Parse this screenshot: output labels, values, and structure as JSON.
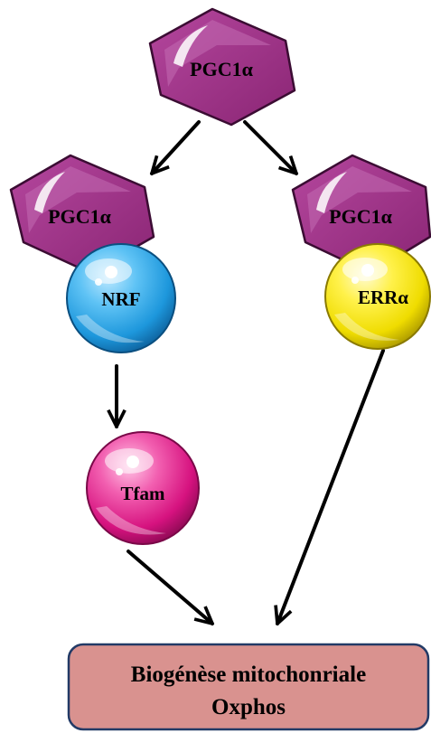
{
  "diagram": {
    "nodes": {
      "pgc1a_top": {
        "label": "PGC1α",
        "shape": "hexagon"
      },
      "pgc1a_left": {
        "label": "PGC1α",
        "shape": "hexagon"
      },
      "pgc1a_right": {
        "label": "PGC1α",
        "shape": "hexagon"
      },
      "nrf": {
        "label": "NRF",
        "shape": "sphere"
      },
      "erra": {
        "label": "ERRα",
        "shape": "sphere"
      },
      "tfam": {
        "label": "Tfam",
        "shape": "sphere"
      },
      "outcome": {
        "line1": "Biogénèse mitochonriale",
        "line2": "Oxphos",
        "shape": "rounded-box"
      }
    },
    "edges": [
      {
        "from": "pgc1a_top",
        "to": "pgc1a_left"
      },
      {
        "from": "pgc1a_top",
        "to": "pgc1a_right"
      },
      {
        "from": "nrf",
        "to": "tfam"
      },
      {
        "from": "tfam",
        "to": "outcome"
      },
      {
        "from": "erra",
        "to": "outcome"
      }
    ],
    "colors": {
      "hexagon_fill": "#9c2f83",
      "hexagon_stroke": "#3b0c33",
      "nrf_fill": "#2aa6e6",
      "erra_fill": "#f2e600",
      "tfam_fill": "#e0188a",
      "box_fill": "#d9928f",
      "box_stroke": "#223a66",
      "arrow": "#000000"
    }
  }
}
